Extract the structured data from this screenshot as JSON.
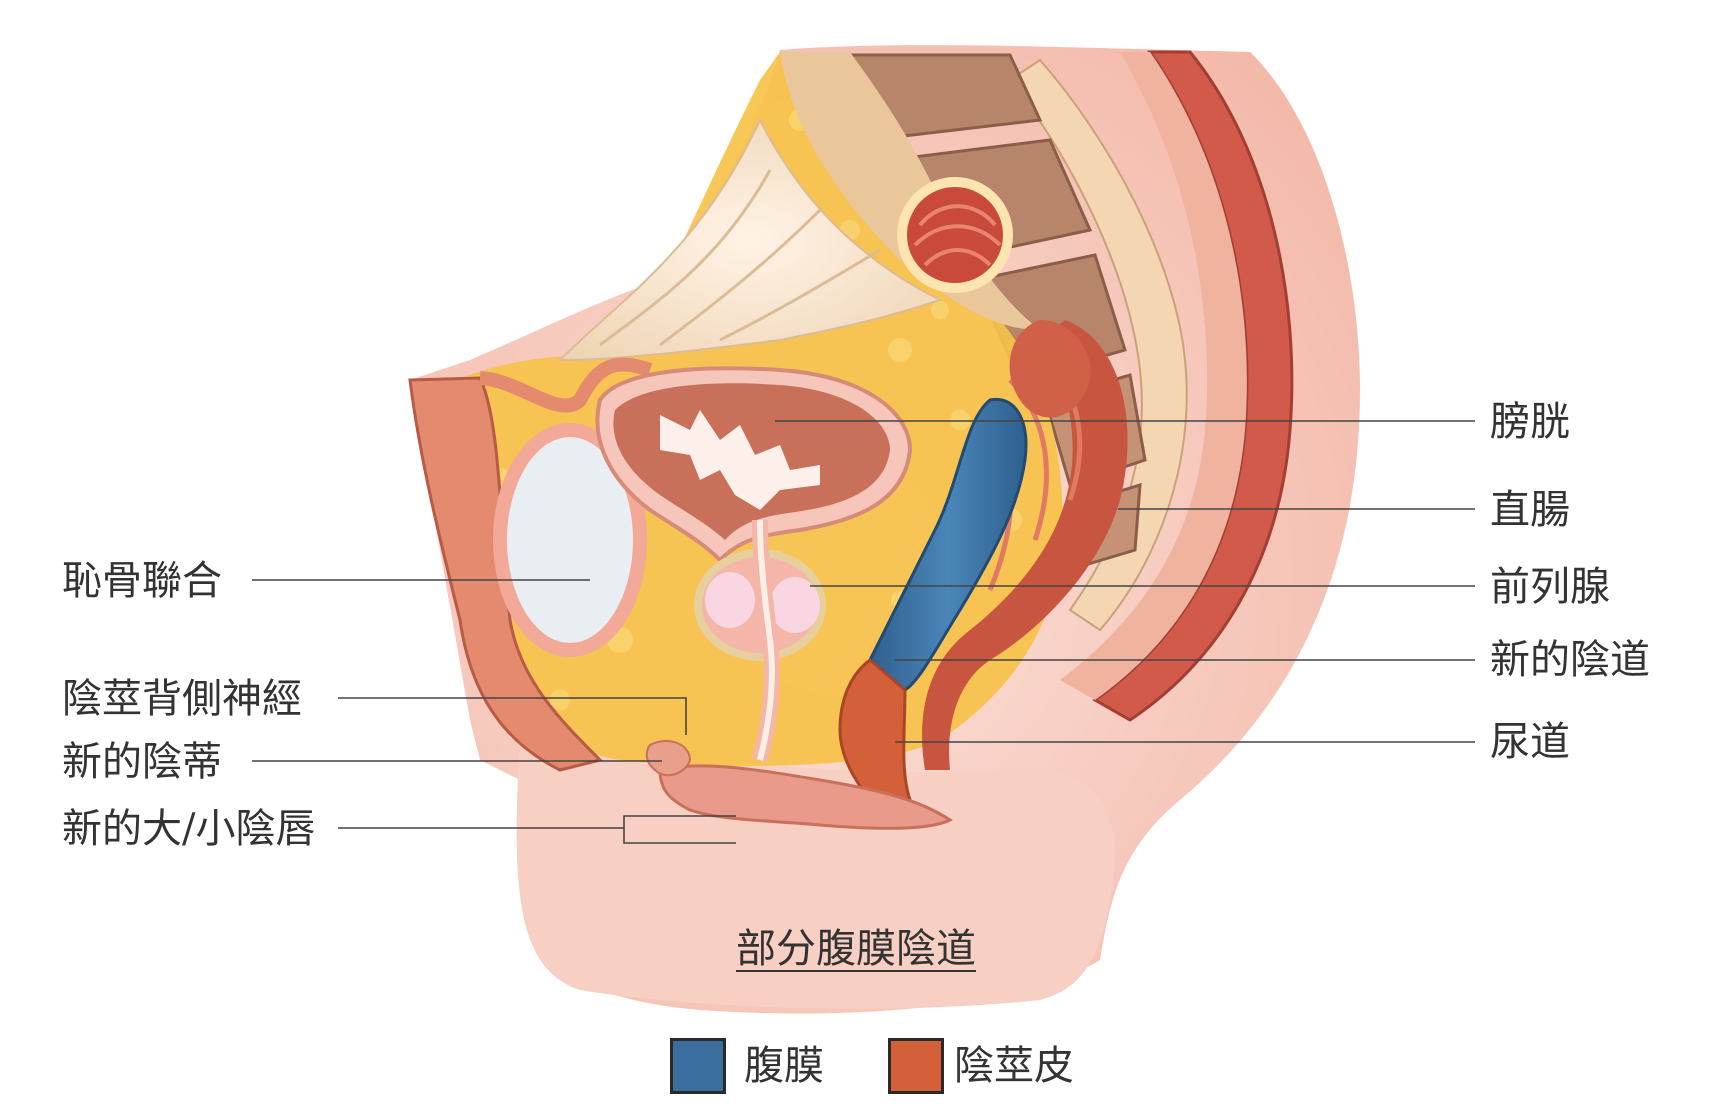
{
  "labels": {
    "bladder": "膀胱",
    "rectum": "直腸",
    "prostate": "前列腺",
    "neovagina": "新的陰道",
    "urethra": "尿道",
    "pubic_symphysis": "恥骨聯合",
    "dorsal_penile_nerve": "陰莖背側神經",
    "neoclitoris": "新的陰蒂",
    "neolabia": "新的大/小陰唇"
  },
  "caption": "部分腹膜陰道",
  "legend": {
    "items": [
      {
        "label": "腹膜",
        "color": "#3a6e9e"
      },
      {
        "label": "陰莖皮",
        "color": "#d4603a"
      }
    ]
  },
  "colors": {
    "peritoneum": "#3a6e9e",
    "penile_skin": "#d4603a",
    "fat": "#f6c24a",
    "skin": "#f6c9bd",
    "muscle": "#c96a52"
  }
}
